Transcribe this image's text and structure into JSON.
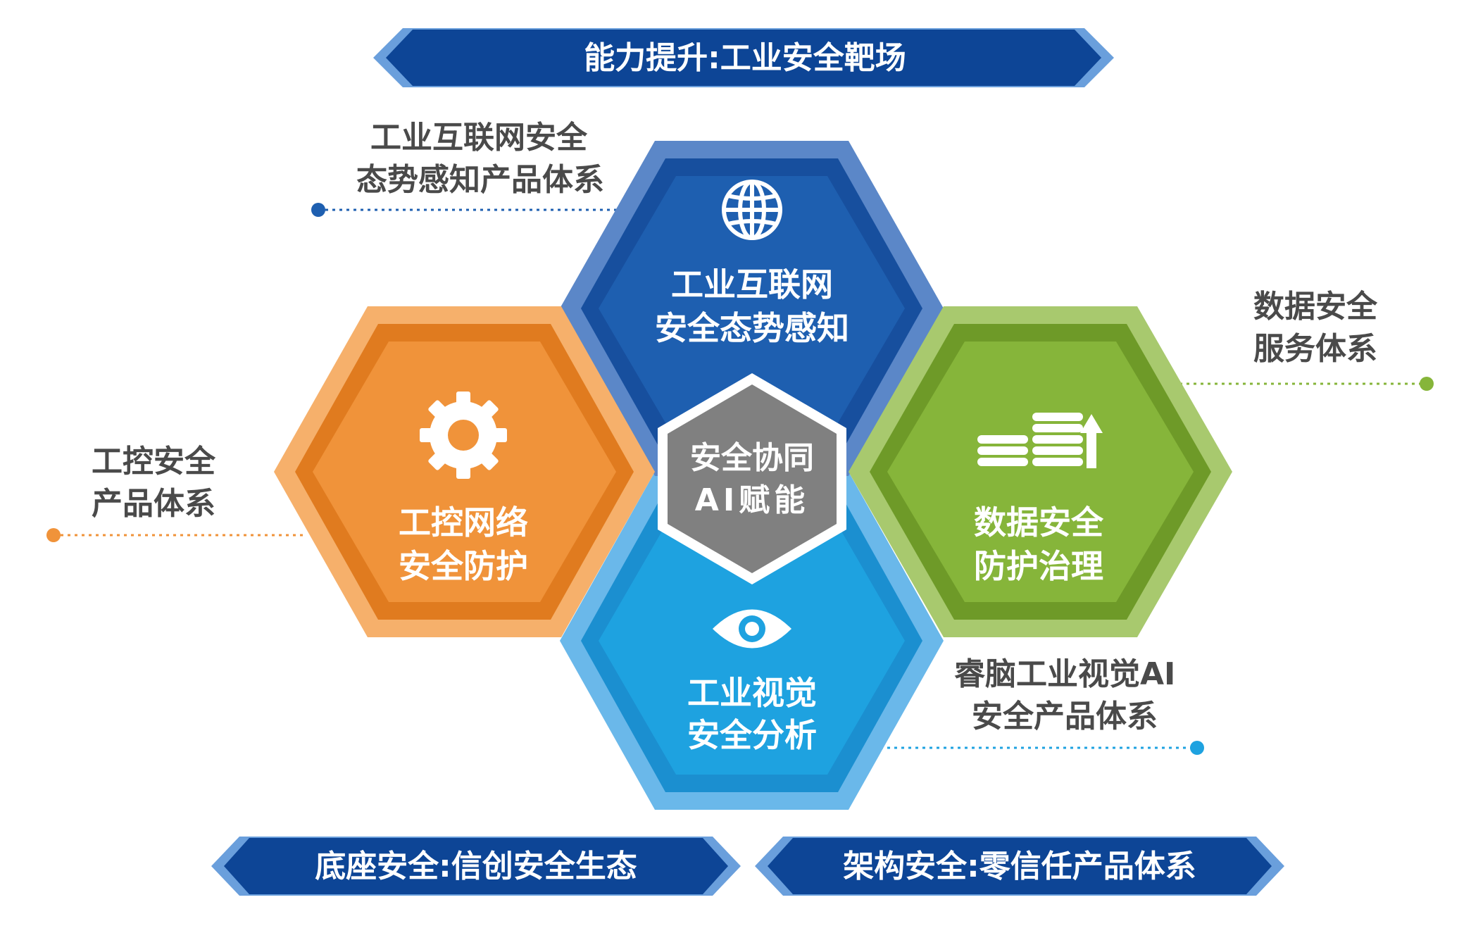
{
  "banners": {
    "top": "能力提升:工业安全靶场",
    "bottom_left": "底座安全:信创安全生态",
    "bottom_right": "架构安全:零信任产品体系"
  },
  "hexes": {
    "top": {
      "line1": "工业互联网",
      "line2": "安全态势感知",
      "icon": "globe-icon"
    },
    "left": {
      "line1": "工控网络",
      "line2": "安全防护",
      "icon": "gear-icon"
    },
    "right": {
      "line1": "数据安全",
      "line2": "防护治理",
      "icon": "coins-growth-icon"
    },
    "bottom": {
      "line1": "工业视觉",
      "line2": "安全分析",
      "icon": "eye-icon"
    },
    "center": {
      "line1": "安全协同",
      "line2": "AI赋能"
    }
  },
  "callouts": {
    "top_left": {
      "line1": "工业互联网安全",
      "line2": "态势感知产品体系"
    },
    "left": {
      "line1": "工控安全",
      "line2": "产品体系"
    },
    "right": {
      "line1": "数据安全",
      "line2": "服务体系"
    },
    "bottom_right": {
      "line1": "睿脑工业视觉AI",
      "line2": "安全产品体系"
    }
  },
  "colors": {
    "banner": "#0d4596",
    "banner_light": "#6a9fdc",
    "hex_top": "#1e5fb0",
    "hex_left": "#f0933a",
    "hex_right": "#86b53a",
    "hex_bottom": "#1ea2e0",
    "hex_center": "#808080",
    "callout_text": "#4a4a4a"
  }
}
